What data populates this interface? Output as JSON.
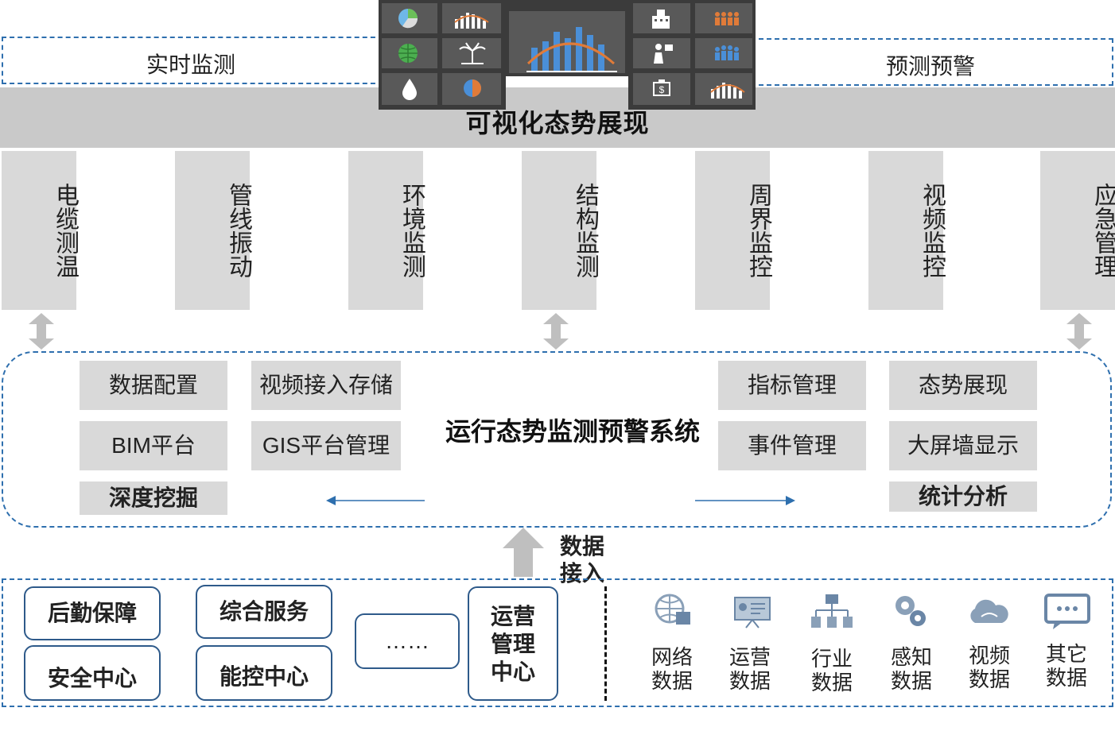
{
  "top": {
    "left_label": "实时监测",
    "right_label": "预测预警",
    "band_title": "可视化态势展现"
  },
  "screens": {
    "left_icons": [
      "pie-chart-icon",
      "bar-chart-icon",
      "globe-icon",
      "palm-tree-icon",
      "water-drop-icon",
      "pie-chart-small-icon"
    ],
    "right_icons": [
      "building-icon",
      "people-icon",
      "person-presenting-icon",
      "crowd-icon",
      "money-bag-icon",
      "bar-chart-line-icon"
    ]
  },
  "columns": [
    "电缆测温",
    "管线振动",
    "环境监测",
    "结构监测",
    "周界监控",
    "视频监控",
    "应急管理"
  ],
  "system": {
    "title": "运行态势监测预警系统",
    "left_tiles": [
      "数据配置",
      "视频接入存储",
      "BIM平台",
      "GIS平台管理"
    ],
    "left_bold": "深度挖掘",
    "right_tiles": [
      "指标管理",
      "态势展现",
      "事件管理",
      "大屏墙显示"
    ],
    "right_bold": "统计分析"
  },
  "data_access": {
    "label_line1": "数据",
    "label_line2": "接入"
  },
  "centers": {
    "items": [
      "后勤保障",
      "综合服务",
      "安全中心",
      "能控中心"
    ],
    "ellipsis": "……",
    "ops": [
      "运营",
      "管理",
      "中心"
    ]
  },
  "sources": [
    {
      "icon": "network-icon",
      "line1": "网络",
      "line2": "数据"
    },
    {
      "icon": "presentation-icon",
      "line1": "运营",
      "line2": "数据"
    },
    {
      "icon": "hierarchy-icon",
      "line1": "行业",
      "line2": "数据"
    },
    {
      "icon": "gears-icon",
      "line1": "感知",
      "line2": "数据"
    },
    {
      "icon": "cloud-icon",
      "line1": "视频",
      "line2": "数据"
    },
    {
      "icon": "message-icon",
      "line1": "其它",
      "line2": "数据"
    }
  ],
  "colors": {
    "accent": "#2e6fae",
    "panel": "#d9d9d9",
    "band": "#c9c9c9",
    "screen": "#595959",
    "bar": "#4a8fd8",
    "curve": "#e07b39"
  }
}
